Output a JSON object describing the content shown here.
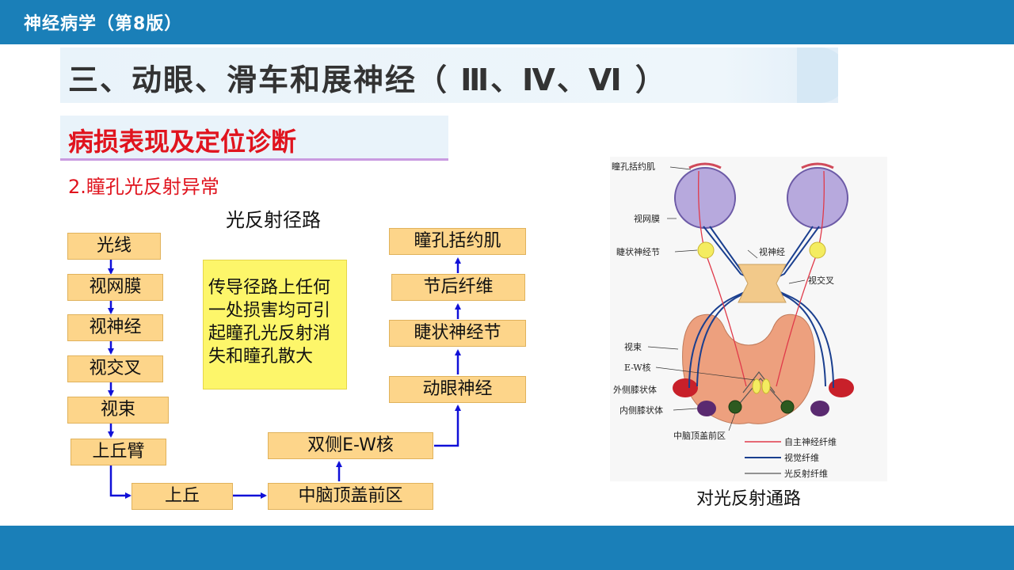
{
  "header": {
    "book_title": "神经病学（第8版）"
  },
  "slide": {
    "title": "三、动眼、滑车和展神经（ Ⅲ、Ⅳ、Ⅵ ）",
    "section": "病损表现及定位诊断",
    "subtitle": "2.瞳孔光反射异常"
  },
  "diagram": {
    "title": "光反射径路",
    "left_column": [
      "光线",
      "视网膜",
      "视神经",
      "视交叉",
      "视束",
      "上丘臂"
    ],
    "bottom_row": [
      "上丘",
      "中脑顶盖前区"
    ],
    "ew": "双侧E-W核",
    "right_column": [
      "瞳孔括约肌",
      "节后纤维",
      "睫状神经节",
      "动眼神经"
    ],
    "note": " 传导径路上任何一处损害均可引起瞳孔光反射消失和瞳孔散大",
    "arrow_color": "#1010d8"
  },
  "figure": {
    "caption": "对光反射通路",
    "labels": {
      "sphincter": "瞳孔括约肌",
      "retina": "视网膜",
      "ciliary_ganglion": "睫状神经节",
      "optic_nerve": "视神经",
      "chiasm": "视交叉",
      "optic_tract": "视束",
      "ew_nucleus": "E-W核",
      "lgb": "外侧膝状体",
      "mgb": "内侧膝状体",
      "pretectal": "中脑顶盖前区"
    },
    "legend": [
      {
        "label": "自主神经纤维",
        "color": "#e03a4a"
      },
      {
        "label": "视觉纤维",
        "color": "#1a3f8f"
      },
      {
        "label": "光反射纤维",
        "color": "#555555"
      }
    ]
  },
  "colors": {
    "bar": "#1a7fb8",
    "accent_red": "#e0141e",
    "box_fill": "#fdd58a",
    "note_fill": "#fdf66a"
  }
}
